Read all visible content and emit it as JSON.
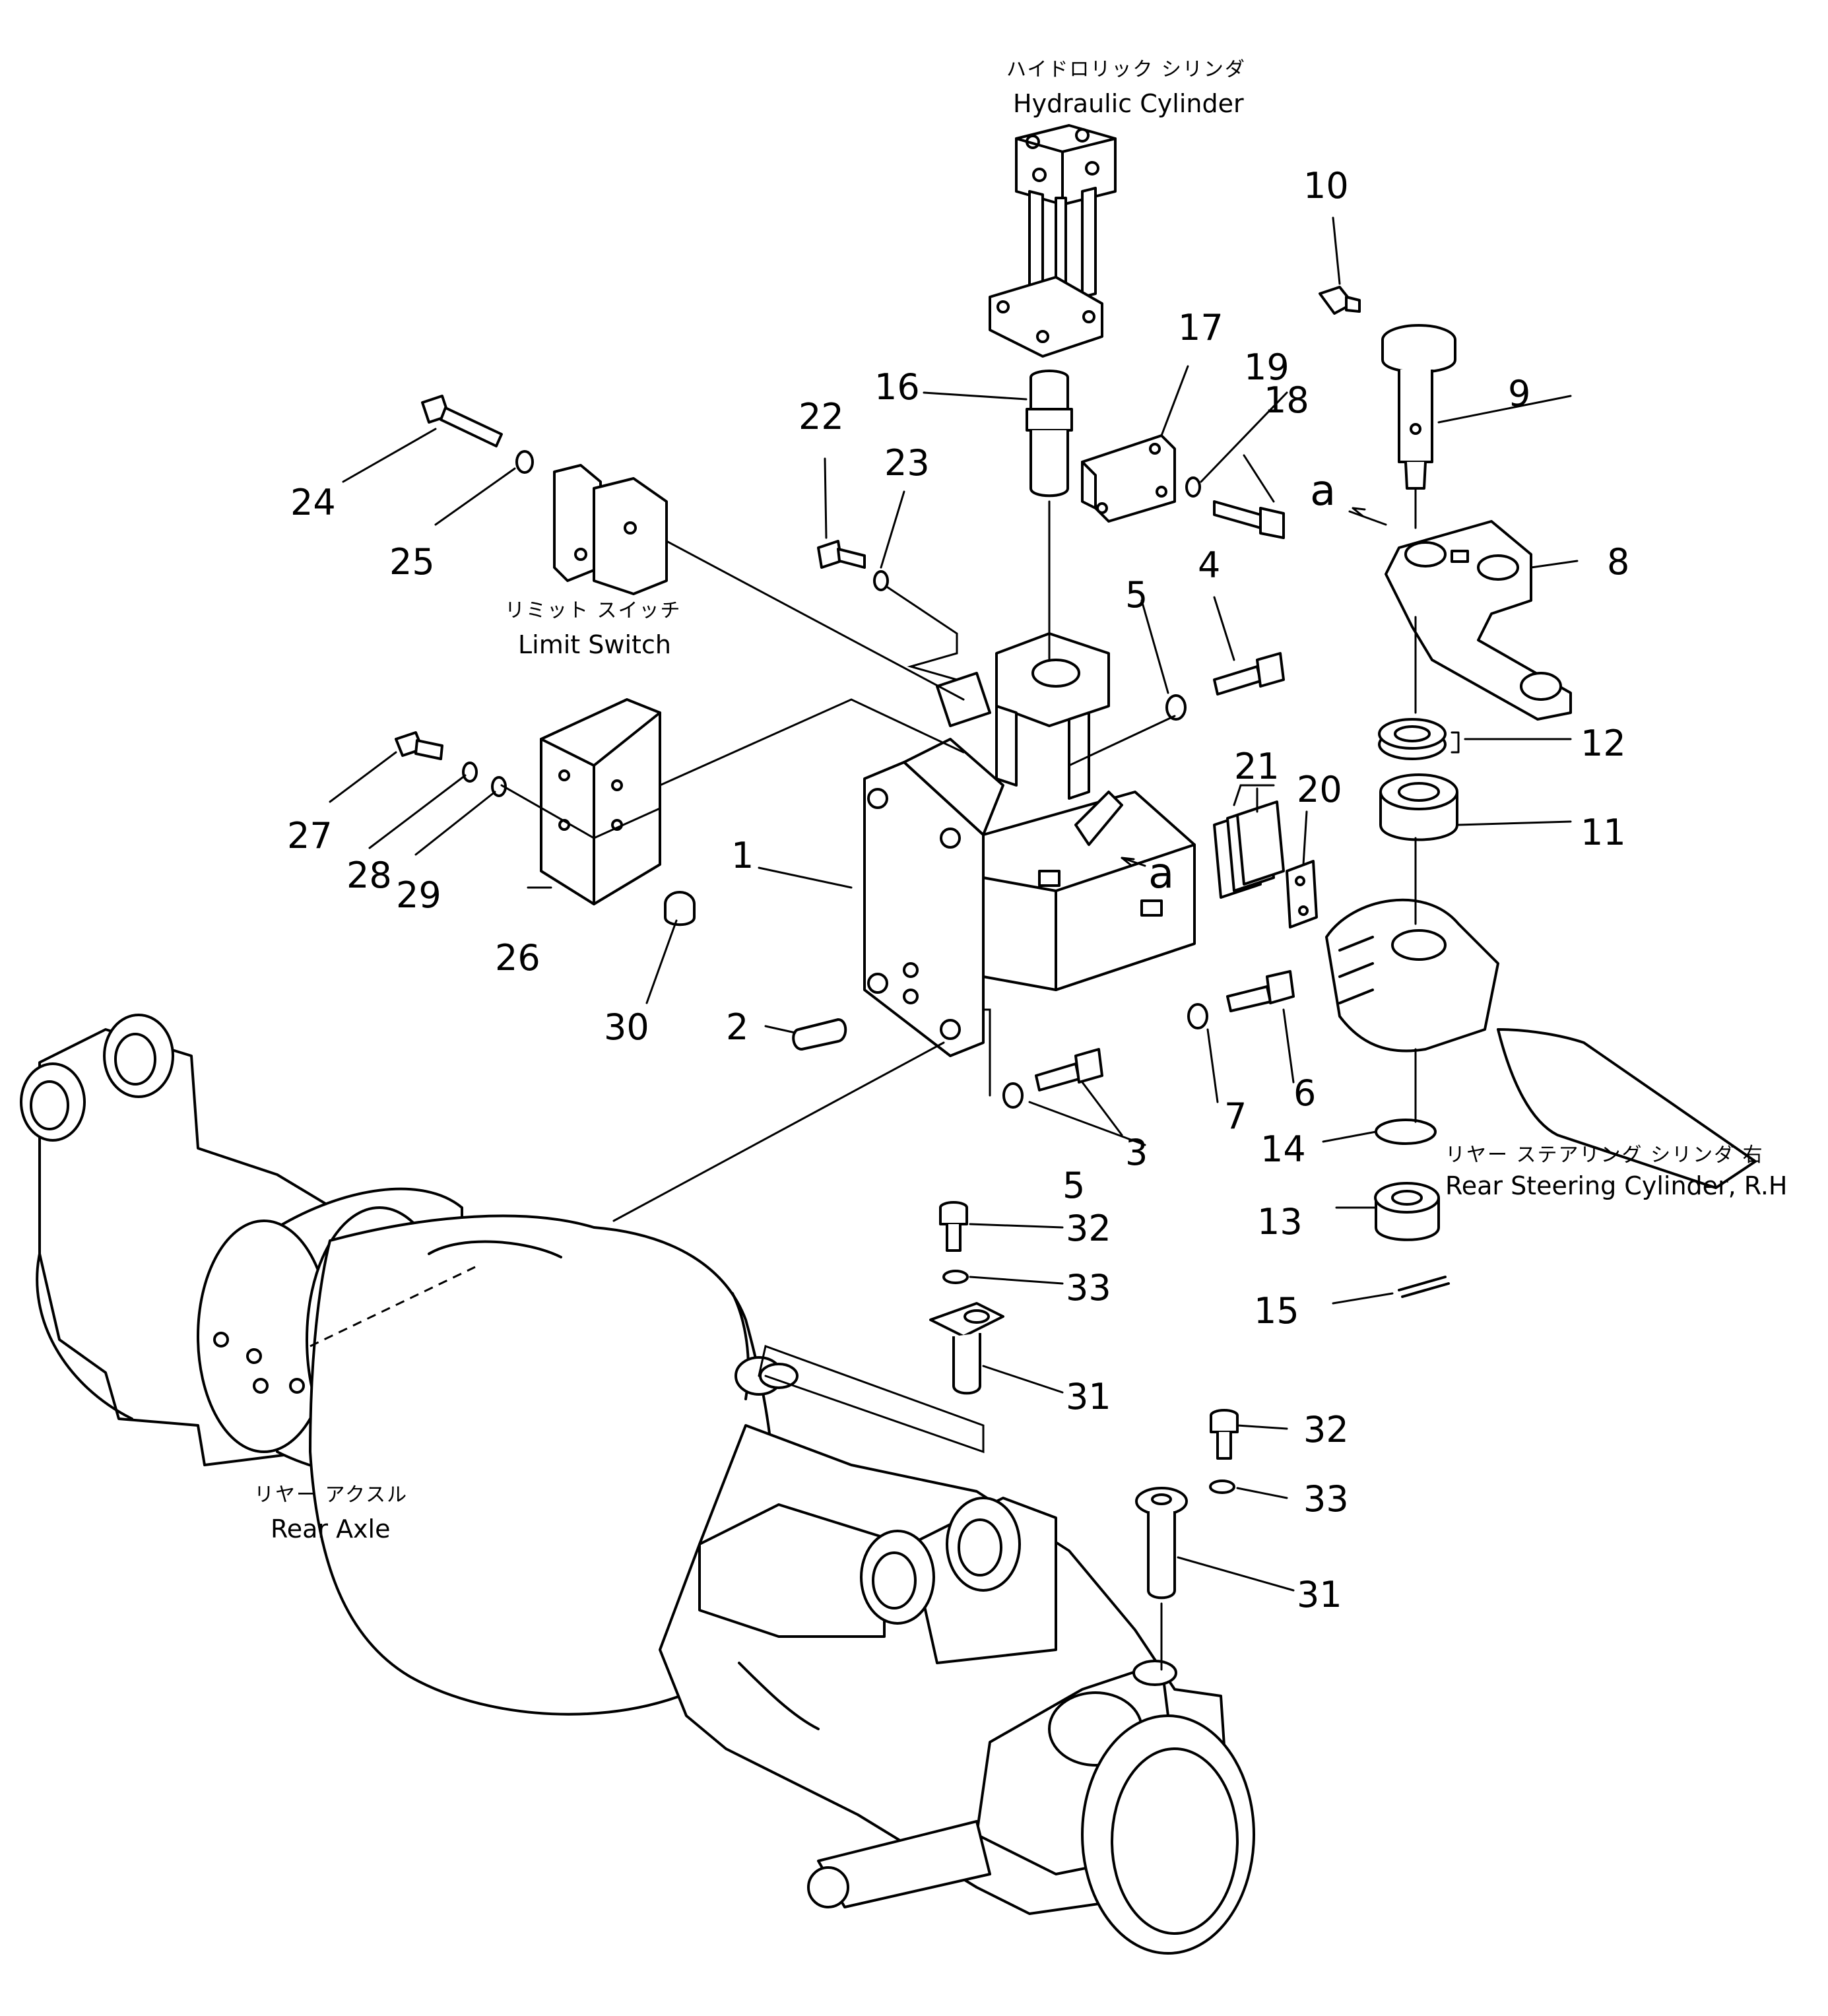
{
  "captions": {
    "hydraulic_cylinder_jp": "ハイドロリック シリンダ",
    "hydraulic_cylinder_en": "Hydraulic Cylinder",
    "limit_switch_jp": "リミット スイッチ",
    "limit_switch_en": "Limit Switch",
    "rear_steering_jp": "リヤー ステアリング シリンダ 右",
    "rear_steering_en": "Rear Steering Cylinder, R.H",
    "rear_axle_jp": "リヤー アクスル",
    "rear_axle_en": "Rear Axle"
  },
  "view_marker": "a",
  "callouts": {
    "p1": "1",
    "p2": "2",
    "p3": "3",
    "p4": "4",
    "p5a": "5",
    "p5b": "5",
    "p6": "6",
    "p7": "7",
    "p8": "8",
    "p9": "9",
    "p10": "10",
    "p11": "11",
    "p12": "12",
    "p13": "13",
    "p14": "14",
    "p15": "15",
    "p16": "16",
    "p17": "17",
    "p18": "18",
    "p19": "19",
    "p20": "20",
    "p21": "21",
    "p22": "22",
    "p23": "23",
    "p24": "24",
    "p25": "25",
    "p26": "26",
    "p27": "27",
    "p28": "28",
    "p29": "29",
    "p30": "30",
    "p31a": "31",
    "p31b": "31",
    "p32a": "32",
    "p32b": "32",
    "p33a": "33",
    "p33b": "33"
  }
}
